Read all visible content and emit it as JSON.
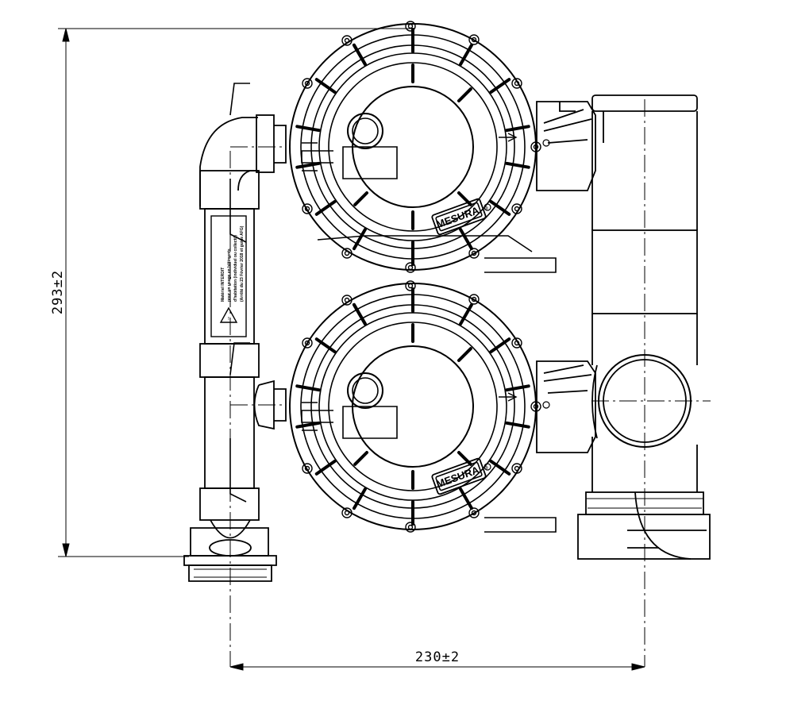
{
  "dimensions": {
    "height_label": "293±2",
    "width_label": "230±2"
  },
  "regulators": {
    "top": {
      "brand": "MESURA",
      "registered": "®"
    },
    "bottom": {
      "brand": "MESURA",
      "registered": "®"
    }
  },
  "pipe_label": {
    "lines": [
      "Matériel INTERDIT",
      "pour un usage en bâtiments",
      "d'habitation (individuel ou collectif)",
      "(Arrêté du 23 Février 2018 et guide AFG)"
    ]
  },
  "colors": {
    "line": "#000000",
    "background": "#ffffff"
  }
}
